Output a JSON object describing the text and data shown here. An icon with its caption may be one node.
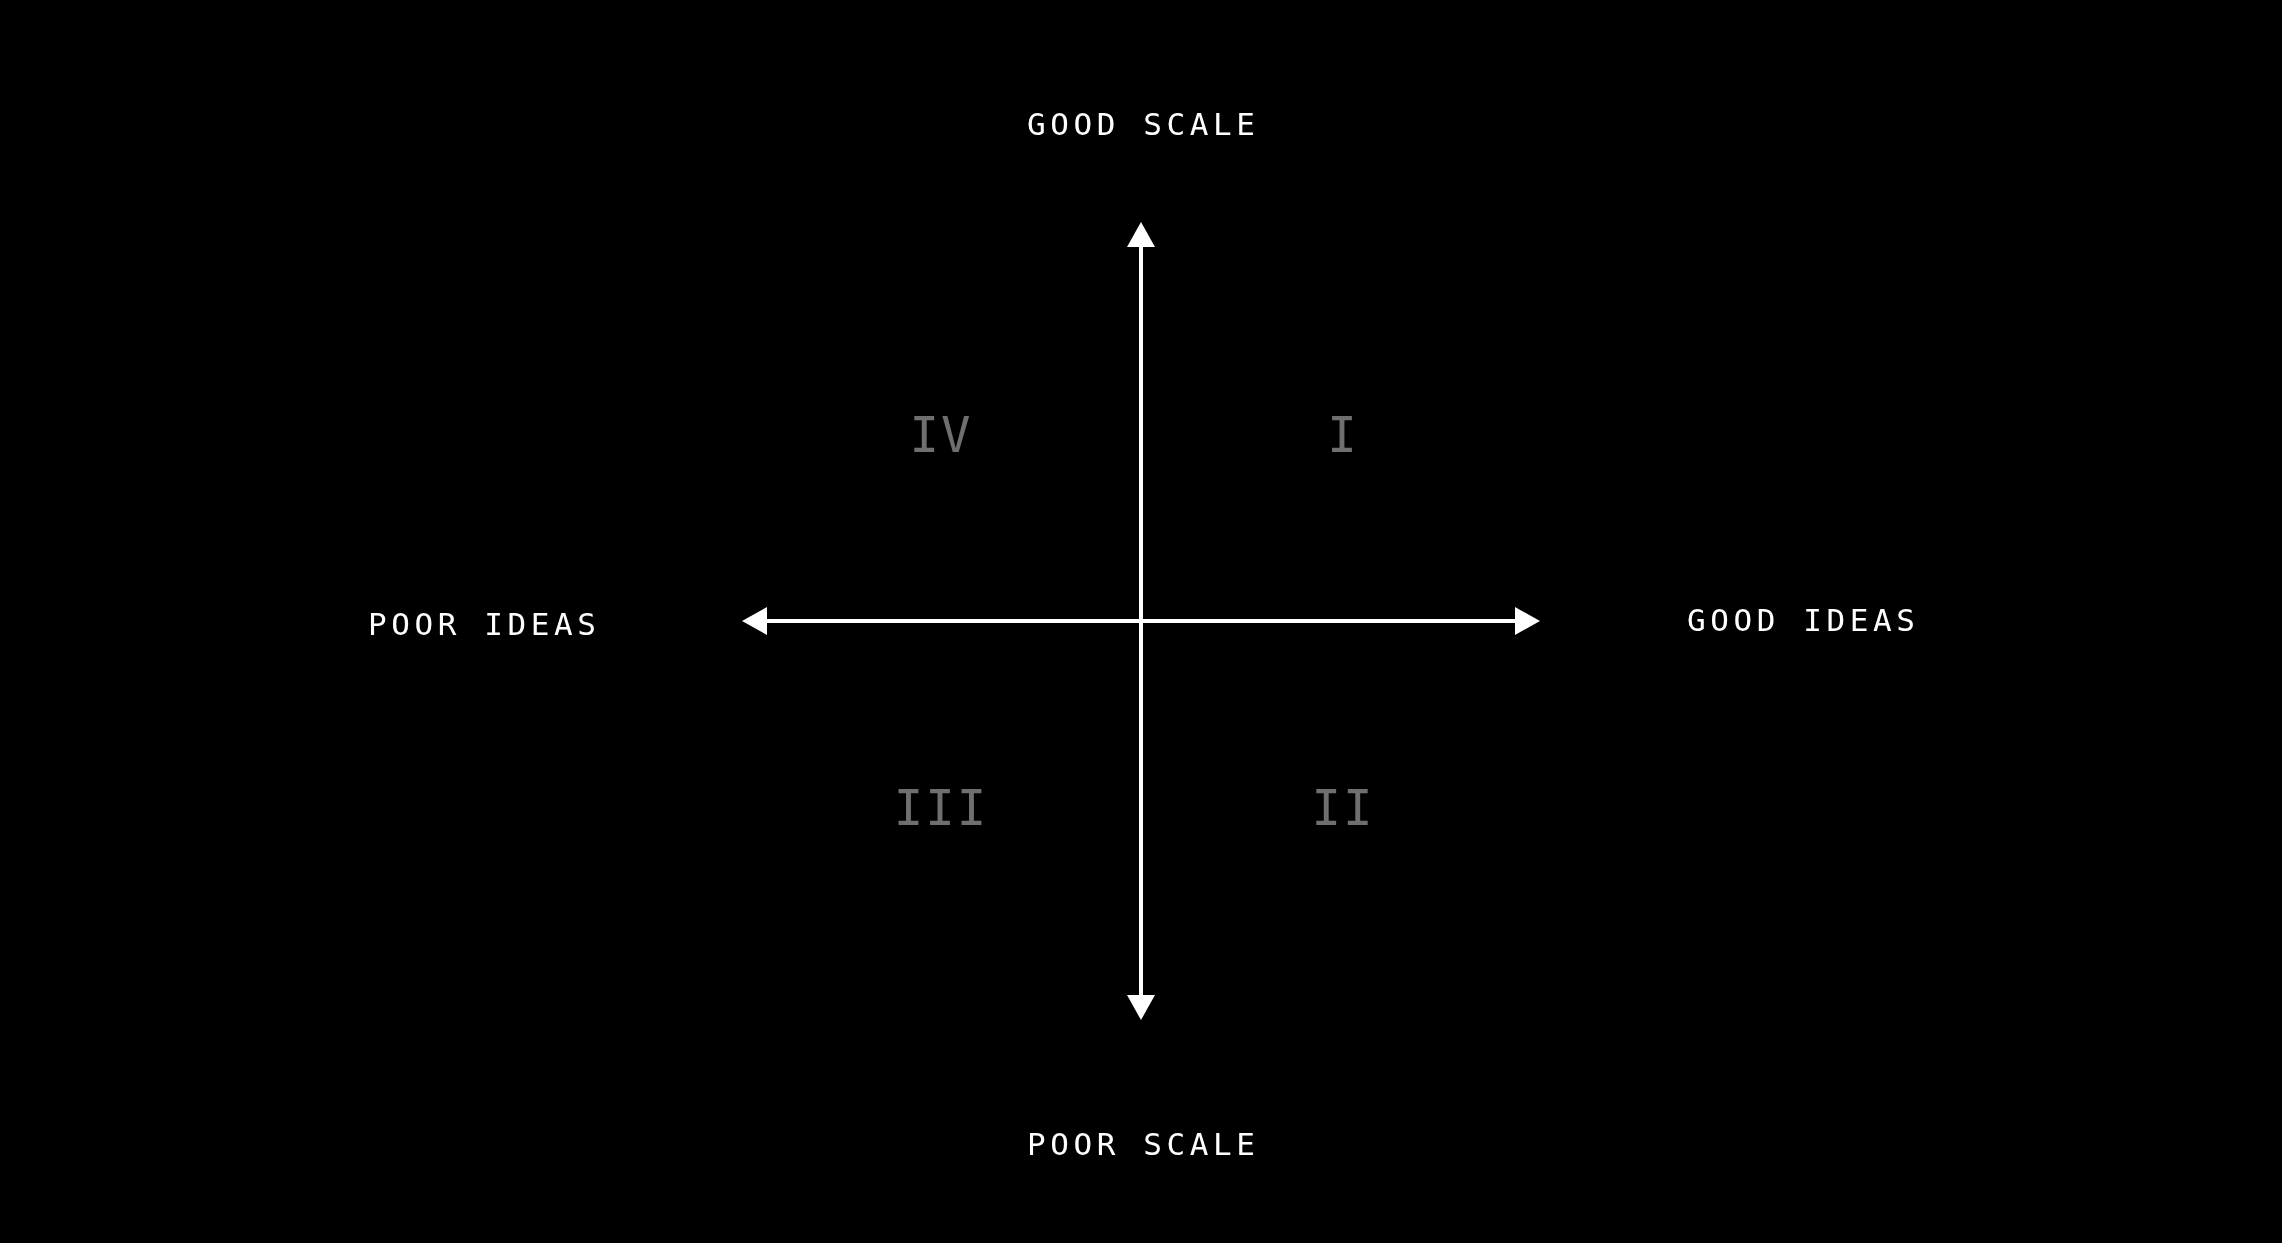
{
  "diagram": {
    "labels": [
      "GOOD SCALE",
      "IV",
      "I",
      "POOR IDEAS",
      "GOOD IDEAS",
      "III",
      "II",
      "POOR SCALE"
    ]
  }
}
